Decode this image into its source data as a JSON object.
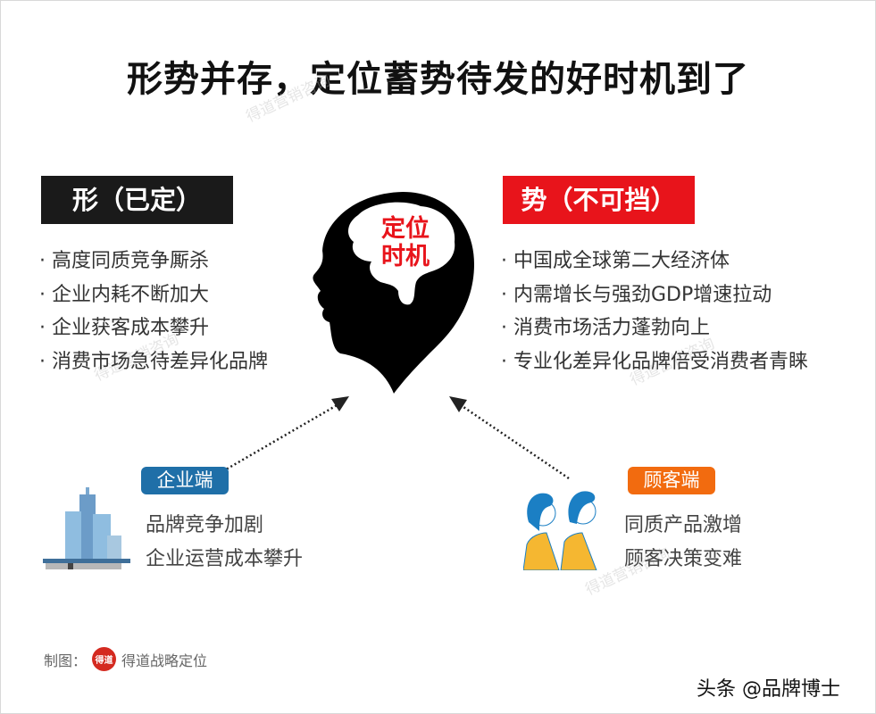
{
  "title": "形势并存，定位蓄势待发的好时机到了",
  "watermark": "得道营销咨询",
  "left": {
    "label": "形（已定）",
    "color": "#1a1a1a",
    "items": [
      "高度同质竞争厮杀",
      "企业内耗不断加大",
      "企业获客成本攀升",
      "消费市场急待差异化品牌"
    ]
  },
  "right": {
    "label": "势（不可挡）",
    "color": "#e8141b",
    "items": [
      "中国成全球第二大经济体",
      "内需增长与强劲GDP增速拉动",
      "消费市场活力蓬勃向上",
      "专业化差异化品牌倍受消费者青睐"
    ]
  },
  "center": {
    "line1": "定位",
    "line2": "时机",
    "color": "#e8141b"
  },
  "enterprise": {
    "badge": "企业端",
    "color": "#1f6fa8",
    "lines": [
      "品牌竞争加剧",
      "企业运营成本攀升"
    ]
  },
  "customer": {
    "badge": "顾客端",
    "color": "#f26b0f",
    "lines": [
      "同质产品激增",
      "顾客决策变难"
    ]
  },
  "footer": {
    "credit_label": "制图：",
    "logo_text": "得道",
    "credit_name": "得道战略定位",
    "source": "头条 @品牌博士"
  }
}
